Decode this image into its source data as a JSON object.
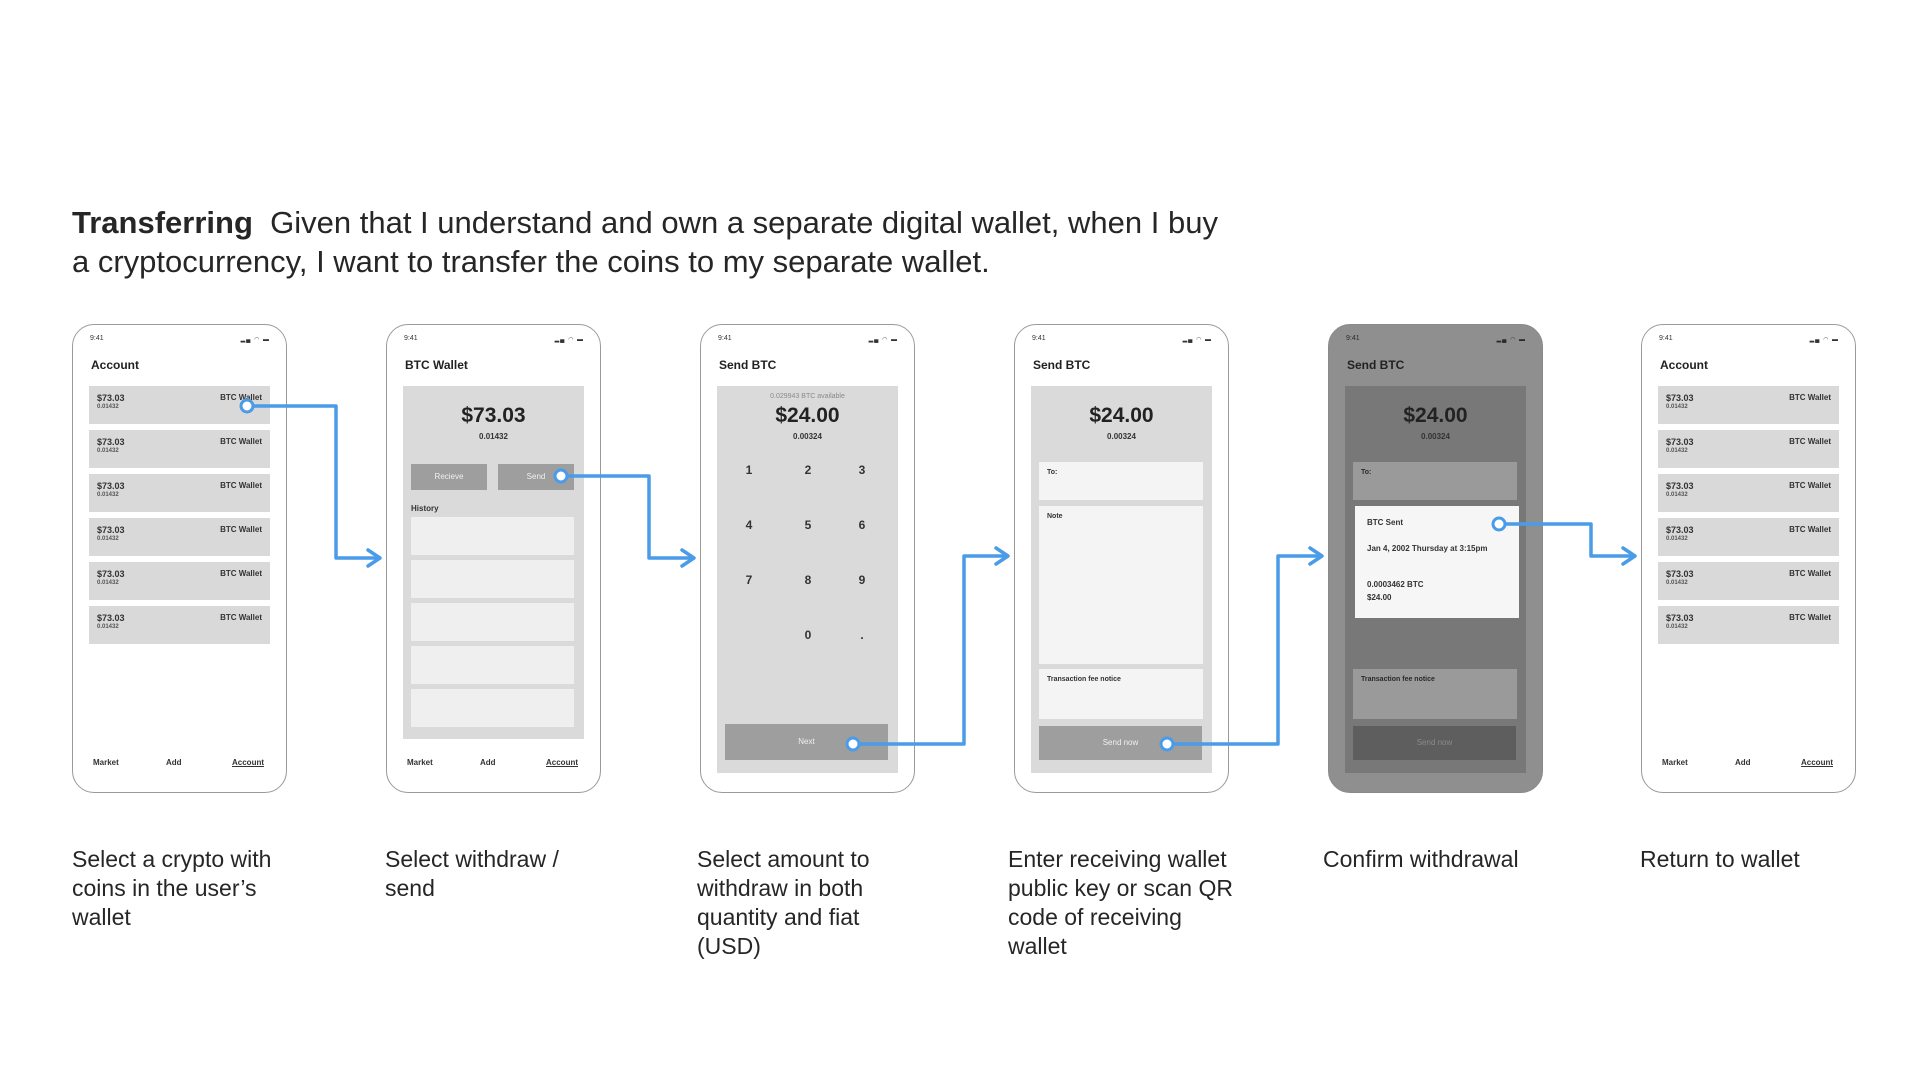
{
  "heading": {
    "bold": "Transferring",
    "text": "Given that I understand and own a separate digital wallet, when I buy a cryptocurrency, I want to transfer the coins to my separate wallet."
  },
  "status": {
    "time": "9:41"
  },
  "tabs": [
    "Market",
    "Add",
    "Account"
  ],
  "wallet_item": {
    "amount": "$73.03",
    "qty": "0.01432",
    "name": "BTC Wallet"
  },
  "screen1": {
    "title": "Account"
  },
  "screen2": {
    "title": "BTC Wallet",
    "amount": "$73.03",
    "qty": "0.01432",
    "receive": "Recieve",
    "send": "Send",
    "history": "History"
  },
  "screen3": {
    "title": "Send BTC",
    "available": "0.029943 BTC available",
    "amount": "$24.00",
    "qty": "0.00324",
    "keys": [
      "1",
      "2",
      "3",
      "4",
      "5",
      "6",
      "7",
      "8",
      "9",
      "0",
      "."
    ],
    "next": "Next"
  },
  "screen4": {
    "title": "Send BTC",
    "amount": "$24.00",
    "qty": "0.00324",
    "to": "To:",
    "note": "Note",
    "fee": "Transaction fee notice",
    "send_now": "Send now"
  },
  "screen5": {
    "title": "Send BTC",
    "amount": "$24.00",
    "qty": "0.00324",
    "to": "To:",
    "sent_title": "BTC Sent",
    "sent_date": "Jan 4, 2002 Thursday at 3:15pm",
    "sent_btc": "0.0003462 BTC",
    "sent_usd": "$24.00",
    "fee": "Transaction fee notice",
    "send_now": "Send now"
  },
  "screen6": {
    "title": "Account"
  },
  "captions": [
    "Select a crypto with coins in the user’s wallet",
    "Select withdraw / send",
    "Select amount to withdraw in both quantity and fiat (USD)",
    "Enter receiving wallet public key or scan QR code of receiving wallet",
    "Confirm withdrawal",
    "Return to wallet"
  ],
  "colors": {
    "connector": "#4a9be8",
    "card": "#d9d9d9",
    "dim_overlay": "#8f8f8f"
  }
}
